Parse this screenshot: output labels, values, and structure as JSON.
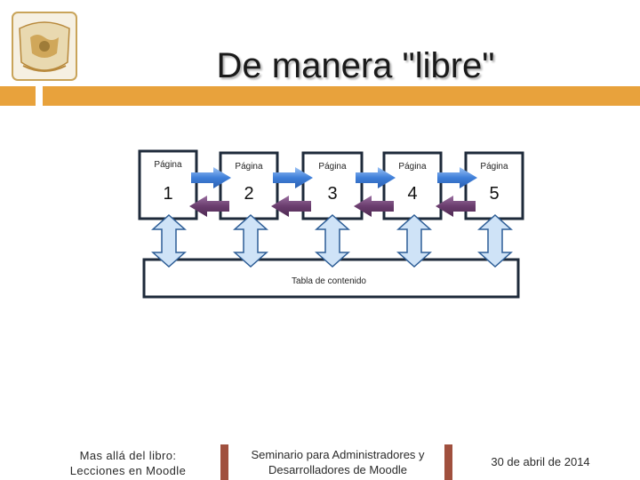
{
  "title": "De manera \"libre\"",
  "pages": [
    {
      "label": "Página",
      "number": "1"
    },
    {
      "label": "Página",
      "number": "2"
    },
    {
      "label": "Página",
      "number": "3"
    },
    {
      "label": "Página",
      "number": "4"
    },
    {
      "label": "Página",
      "number": "5"
    }
  ],
  "table_label": "Tabla de contenido",
  "footer": {
    "left_line1": "Mas allá del libro:",
    "left_line2": "Lecciones en Moodle",
    "center_line1": "Seminario para Administradores y",
    "center_line2": "Desarrolladores de Moodle",
    "right": "30 de abril de 2014"
  },
  "colors": {
    "accent": "#e8a23c",
    "separator": "#a0503e",
    "forward_arrow": "#3f7fd9",
    "back_arrow": "#6a3d6e",
    "vertical_arrow": "#cfe3f7"
  }
}
